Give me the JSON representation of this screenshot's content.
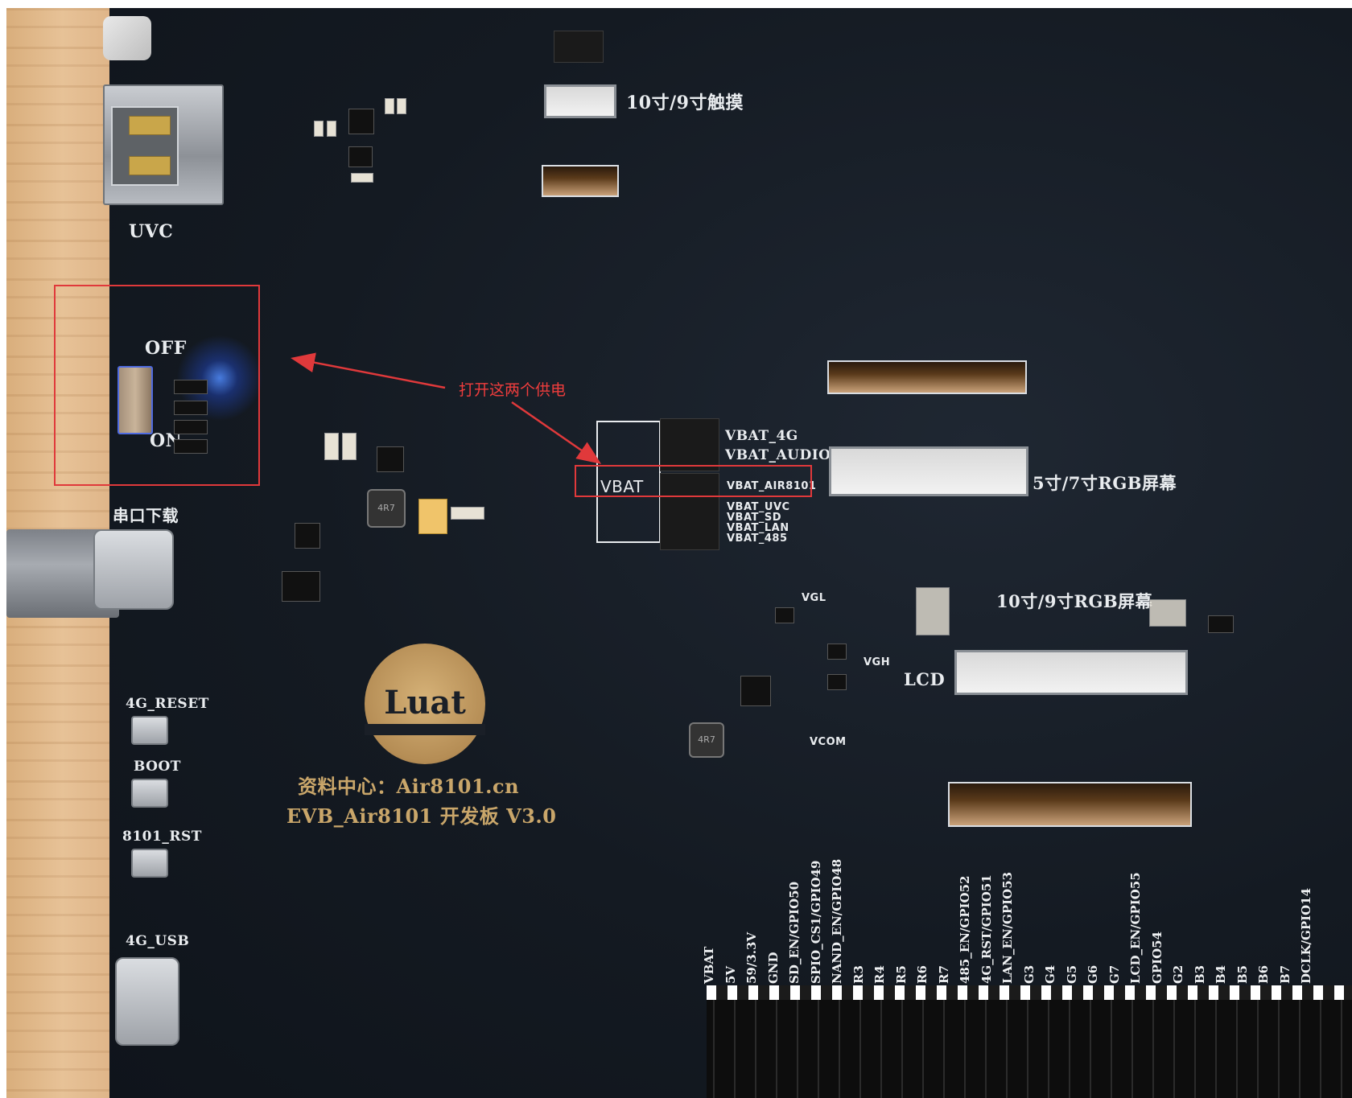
{
  "silkscreen": {
    "uvc": "UVC",
    "touch_10_9": "10寸/9寸触摸",
    "off": "OFF",
    "on": "ON",
    "serial_download": "串口下载",
    "vbat": "VBAT",
    "vbat_4g": "VBAT_4G",
    "vbat_audio": "VBAT_AUDIO",
    "vbat_air8101": "VBAT_AIR8101",
    "vbat_uvc": "VBAT_UVC",
    "vbat_sd": "VBAT_SD",
    "vbat_lan": "VBAT_LAN",
    "vbat_485": "VBAT_485",
    "rgb_5_7": "5寸/7寸RGB屏幕",
    "rgb_10_9": "10寸/9寸RGB屏幕",
    "lcd": "LCD",
    "vgl": "VGL",
    "vgh": "VGH",
    "vcom": "VCOM",
    "logo": "Luat",
    "resource_center": "资料中心：Air8101.cn",
    "board_name": "EVB_Air8101 开发板 V3.0",
    "btn_4g_reset": "4G_RESET",
    "btn_boot": "BOOT",
    "btn_8101_rst": "8101_RST",
    "usb_4g": "4G_USB"
  },
  "header_pins": [
    "VBAT",
    "5V",
    "59/3.3V",
    "GND",
    "SD_EN/GPIO50",
    "SPIO_CS1/GPIO49",
    "NAND_EN/GPIO48",
    "R3",
    "R4",
    "R5",
    "R6",
    "R7",
    "485_EN/GPIO52",
    "4G_RST/GPIO51",
    "LAN_EN/GPIO53",
    "G3",
    "G4",
    "G5",
    "G6",
    "G7",
    "LCD_EN/GPIO55",
    "GPIO54",
    "G2",
    "B3",
    "B4",
    "B5",
    "B6",
    "B7",
    "DCLK/GPIO14"
  ],
  "annotation": {
    "text": "打开这两个供电",
    "color": "#e0393b"
  }
}
